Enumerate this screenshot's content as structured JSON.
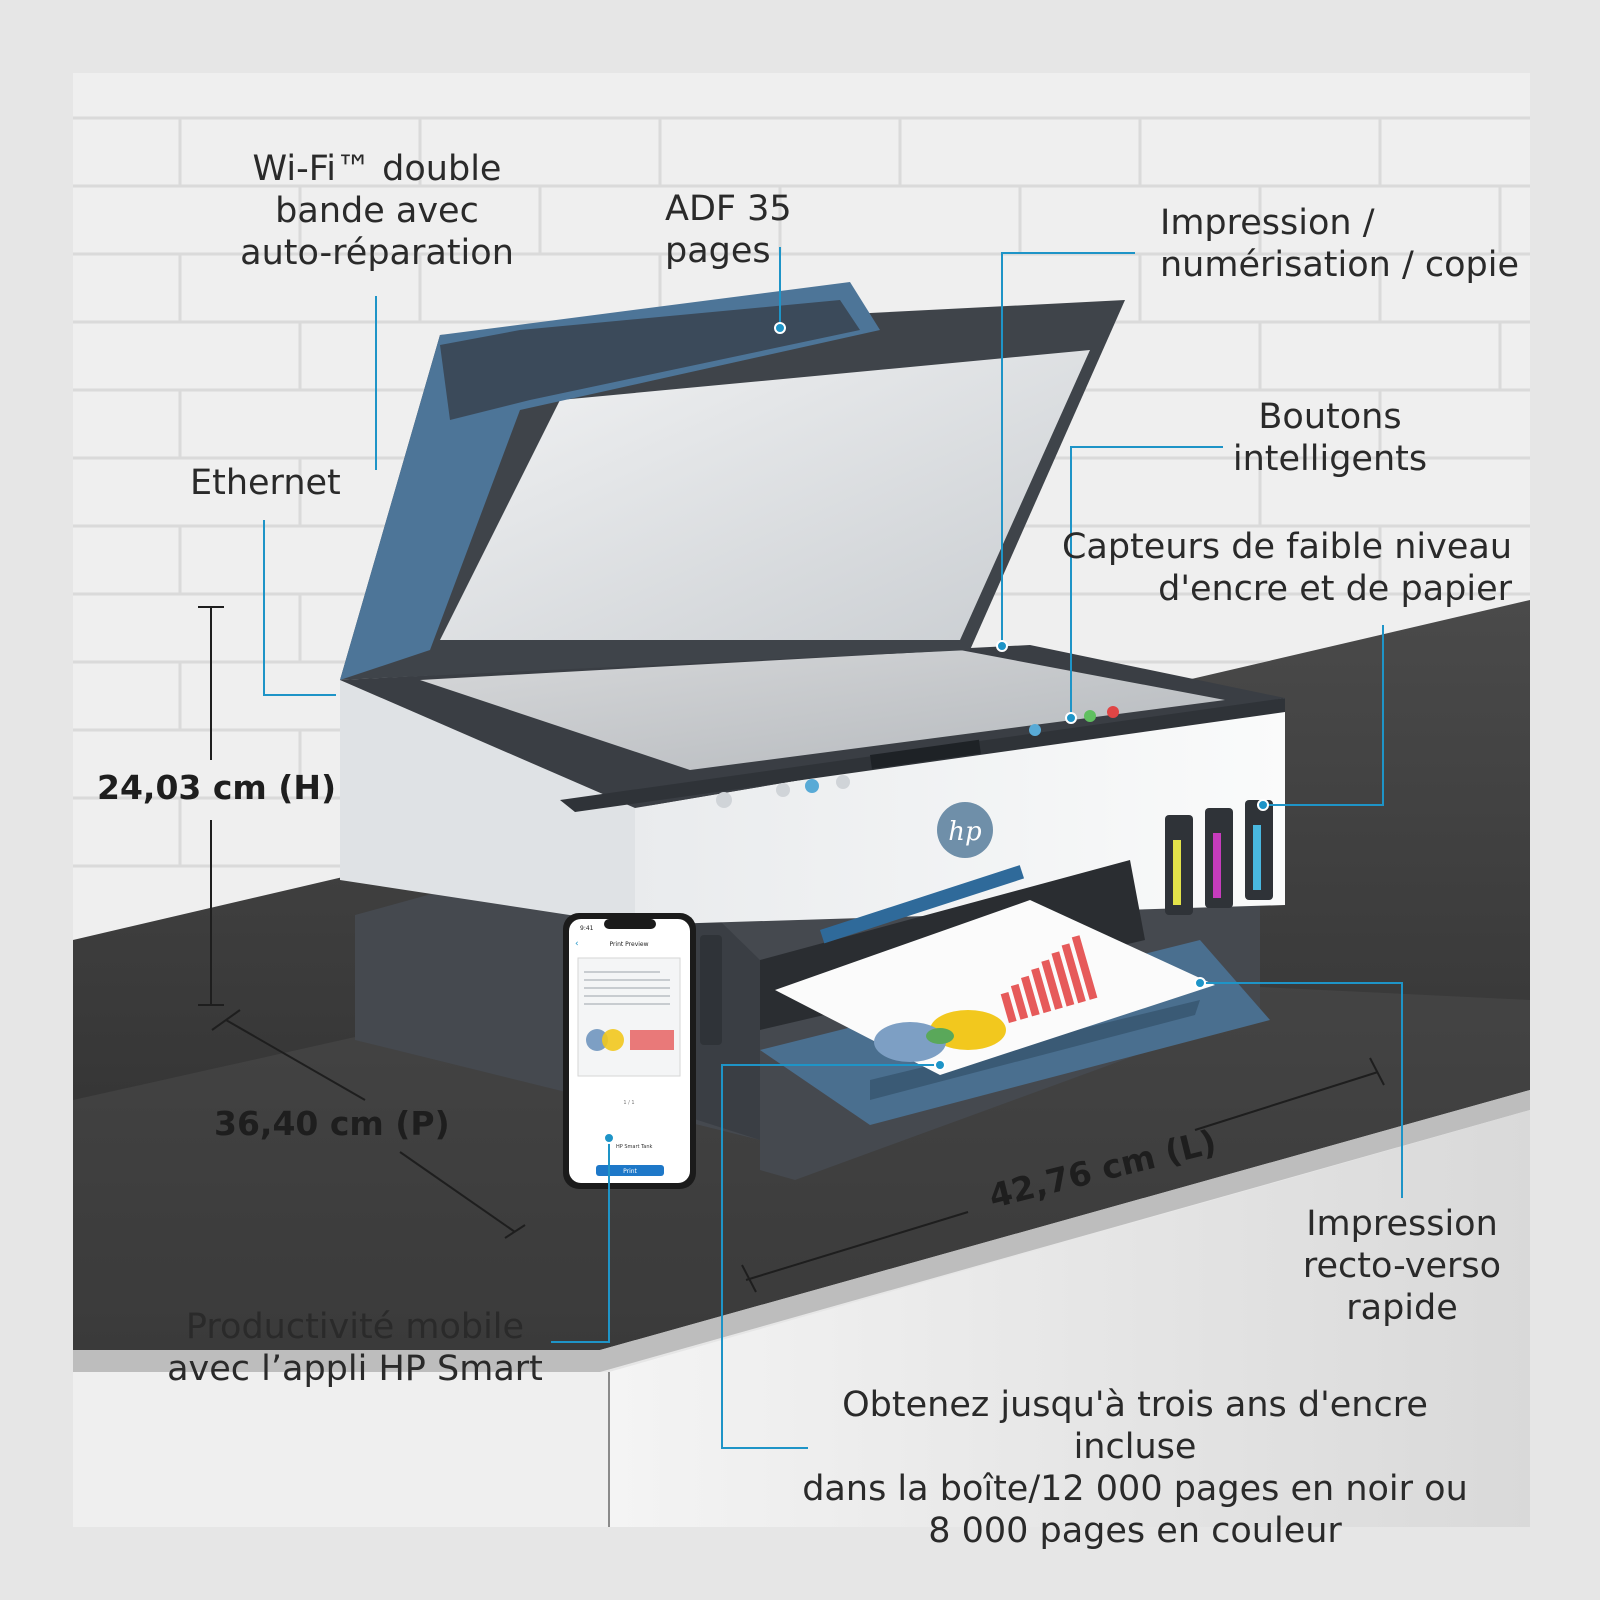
{
  "callouts": {
    "wifi": "Wi-Fi™ double\nbande avec\nauto-réparation",
    "adf": "ADF 35 pages",
    "print_scan_copy": "Impression /\nnumérisation / copie",
    "smart_buttons": "Boutons\nintelligents",
    "ethernet": "Ethernet",
    "sensors": "Capteurs de faible niveau\nd'encre et de papier",
    "duplex": "Impression\nrecto-verso\nrapide",
    "mobile": "Productivité mobile\navec l’appli HP Smart",
    "ink_promo": "Obtenez jusqu'à trois ans d'encre incluse\ndans la boîte/12 000 pages en noir ou\n8 000 pages en couleur"
  },
  "dimensions": {
    "height": "24,03 cm (H)",
    "depth": "36,40 cm (P)",
    "width": "42,76 cm (L)"
  },
  "brand": {
    "logo_text": "hp"
  },
  "phone": {
    "time": "9:41",
    "screen_title": "Print Preview",
    "page_counter": "1 / 1",
    "printer_name": "HP Smart Tank",
    "print_button": "Print"
  },
  "tanks": [
    "Y",
    "M",
    "C"
  ],
  "colors": {
    "accent": "#1e94c7",
    "printer_body": "#f3f4f5",
    "printer_dark": "#3b4046",
    "printer_blue": "#476d8c",
    "counter": "#3e3e3e",
    "wall": "#f0f0f0"
  }
}
